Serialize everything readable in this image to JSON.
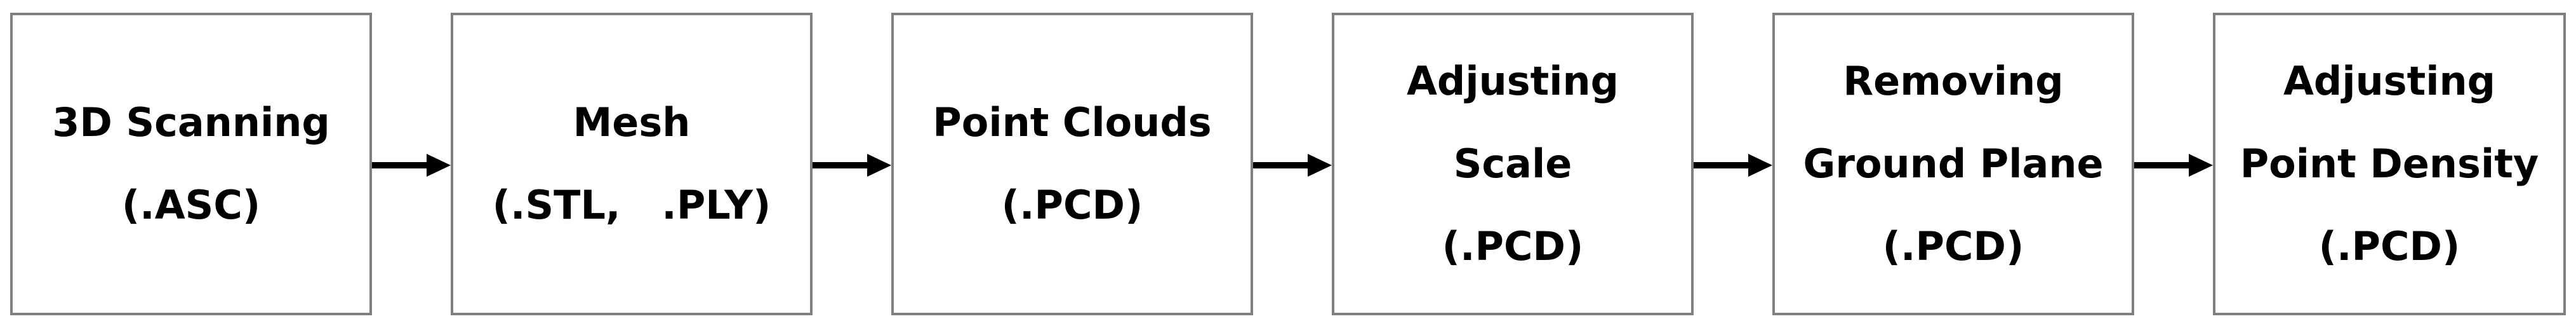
{
  "flow": {
    "steps": [
      {
        "lines": [
          "3D Scanning",
          "(.ASC)"
        ]
      },
      {
        "lines": [
          "Mesh",
          "(.STL,   .PLY)"
        ]
      },
      {
        "lines": [
          "Point Clouds",
          "(.PCD)"
        ]
      },
      {
        "lines": [
          "Adjusting",
          "Scale",
          "(.PCD)"
        ]
      },
      {
        "lines": [
          "Removing",
          "Ground Plane",
          "(.PCD)"
        ]
      },
      {
        "lines": [
          "Adjusting",
          "Point Density",
          "(.PCD)"
        ]
      }
    ],
    "colors": {
      "box_border": "#7f7f7f",
      "arrow": "#000000",
      "text": "#000000"
    },
    "icons": {
      "connector": "right-arrow-icon"
    }
  }
}
